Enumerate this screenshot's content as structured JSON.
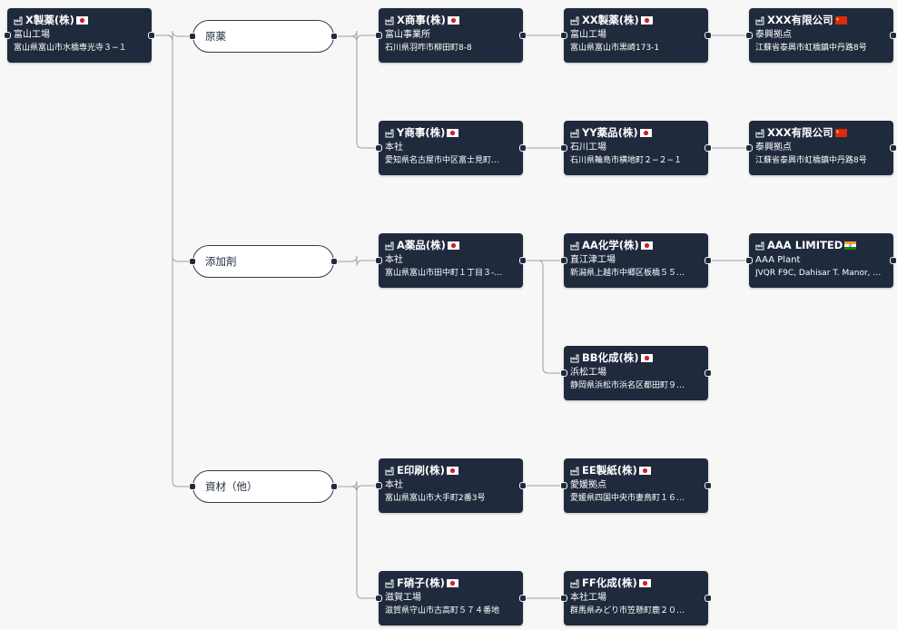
{
  "colors": {
    "node_bg": "#1f2a3d",
    "edge": "#9aa0a8",
    "category_border": "#333b48"
  },
  "icons": {
    "node_icon": "factory-icon",
    "flags": [
      "japan-flag-icon",
      "china-flag-icon",
      "india-flag-icon"
    ]
  },
  "root": {
    "title": "X製薬(株)",
    "flag": "jp",
    "site": "富山工場",
    "address": "富山県富山市水橋専光寺３−１"
  },
  "categories": [
    {
      "label": "原薬"
    },
    {
      "label": "添加剤"
    },
    {
      "label": "資材（他）"
    }
  ],
  "nodes": {
    "x_shoji": {
      "title": "X商事(株)",
      "flag": "jp",
      "site": "富山事業所",
      "address": "石川県羽咋市柳田町8-8"
    },
    "y_shoji": {
      "title": "Y商事(株)",
      "flag": "jp",
      "site": "本社",
      "address": "愛知県名古屋市中区富士見町…"
    },
    "a_yakuhin": {
      "title": "A薬品(株)",
      "flag": "jp",
      "site": "本社",
      "address": "富山県富山市田中町１丁目３-…"
    },
    "e_insatsu": {
      "title": "E印刷(株)",
      "flag": "jp",
      "site": "本社",
      "address": "富山県富山市大手町2番3号"
    },
    "f_garasu": {
      "title": "F硝子(株)",
      "flag": "jp",
      "site": "滋賀工場",
      "address": "滋賀県守山市古高町５７４番地"
    },
    "xx_seiyaku": {
      "title": "XX製薬(株)",
      "flag": "jp",
      "site": "富山工場",
      "address": "富山県富山市黒崎173-1"
    },
    "yy_yakuhin": {
      "title": "YY薬品(株)",
      "flag": "jp",
      "site": "石川工場",
      "address": "石川県輪島市横地町２−２−１"
    },
    "aa_kagaku": {
      "title": "AA化学(株)",
      "flag": "jp",
      "site": "直江津工場",
      "address": "新潟県上越市中郷区板橋５５…"
    },
    "bb_kasei": {
      "title": "BB化成(株)",
      "flag": "jp",
      "site": "浜松工場",
      "address": "静岡県浜松市浜名区都田町９…"
    },
    "ee_seishi": {
      "title": "EE製紙(株)",
      "flag": "jp",
      "site": "愛媛拠点",
      "address": "愛媛県四国中央市妻鳥町１６…"
    },
    "ff_kasei": {
      "title": "FF化成(株)",
      "flag": "jp",
      "site": "本社工場",
      "address": "群馬県みどり市笠懸町鹿２０…"
    },
    "xxx_1": {
      "title": "XXX有限公司",
      "flag": "cn",
      "site": "泰興拠点",
      "address": "江蘇省泰興市虹橋鎮中丹路8号"
    },
    "xxx_2": {
      "title": "XXX有限公司",
      "flag": "cn",
      "site": "泰興拠点",
      "address": "江蘇省泰興市虹橋鎮中丹路8号"
    },
    "aaa": {
      "title": "AAA LIMITED",
      "flag": "in",
      "site": "AAA Plant",
      "address": "JVQR F9C, Dahisar T. Manor, …"
    }
  }
}
